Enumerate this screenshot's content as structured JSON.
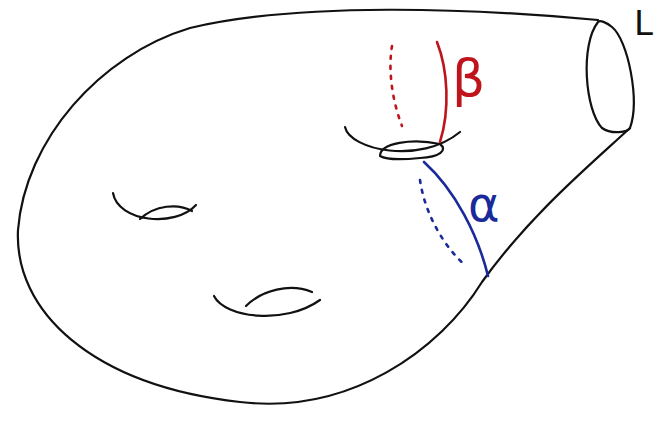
{
  "diagram": {
    "labels": [
      "β",
      "α",
      "L"
    ]
  }
}
